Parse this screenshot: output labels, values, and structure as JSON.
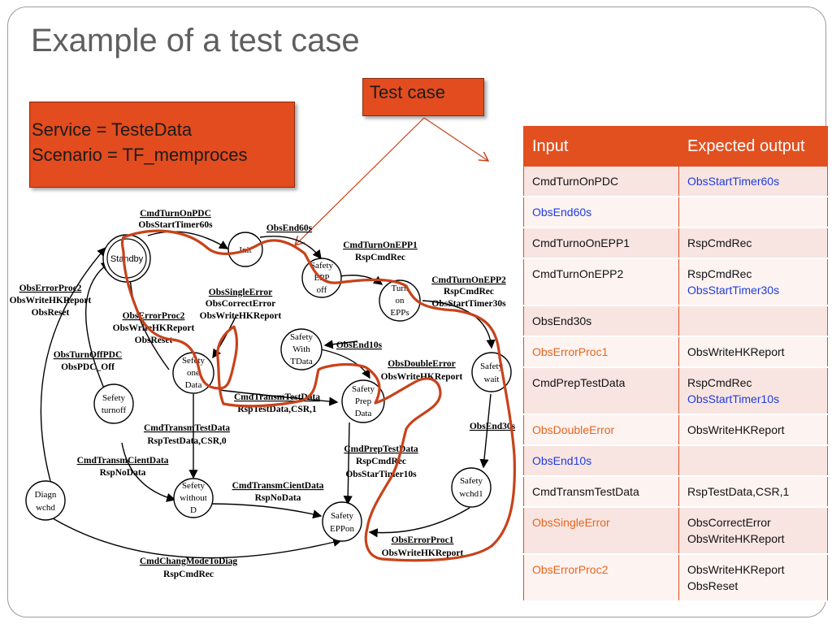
{
  "title": "Example  of a test case",
  "service_box": {
    "line1": "Service = TesteData",
    "line2": "Scenario = TF_memproces"
  },
  "testcase_label": "Test case",
  "colors": {
    "accent": "#e2501f",
    "blue": "#1f3cdc",
    "orange_text": "#e8641d",
    "path": "#c8421a"
  },
  "diagram": {
    "nodes": {
      "standby": "Standby",
      "init": "Init",
      "safety_epp_off": [
        "Safety",
        "EPP",
        "off"
      ],
      "turn_on_epps": [
        "Turn",
        "on",
        "EPPs"
      ],
      "safety_wait": [
        "Safety",
        "wait"
      ],
      "safety_with_tdata": [
        "Safety",
        "With",
        "TData"
      ],
      "safety_prep_data": [
        "Safety",
        "Prep",
        "Data"
      ],
      "sefety_one_data": [
        "Sefety",
        "one",
        "Data"
      ],
      "sefety_turnoff": [
        "Sefety",
        "turnoff"
      ],
      "sefety_without_d": [
        "Sefety",
        "without",
        "D"
      ],
      "safety_wchd1": [
        "Safety",
        "wchd1"
      ],
      "safety_eppon": [
        "Safety",
        "EPPon"
      ],
      "diagn_wchd": [
        "Diagn",
        "wchd"
      ]
    },
    "labels": {
      "t1": [
        "CmdTurnOnPDC",
        "ObsStartTimer60s"
      ],
      "t2": [
        "ObsEnd60s"
      ],
      "t3": [
        "CmdTurnOnEPP1",
        "RspCmdRec"
      ],
      "t4": [
        "CmdTurnOnEPP2",
        "RspCmdRec",
        "ObsStartTimer30s"
      ],
      "t5": [
        "ObsSingleError",
        "ObsCorrectError",
        "ObsWriteHKReport"
      ],
      "t6": [
        "ObsErrorProc2",
        "ObsWriteHKReport",
        "ObsReset"
      ],
      "t7": [
        "ObsErrorProc2",
        "ObsWriteHKReport",
        "ObsReset"
      ],
      "t8": [
        "ObsTurnOffPDC",
        "ObsPDC_Off"
      ],
      "t9": [
        "ObsEnd10s"
      ],
      "t10": [
        "ObsDoubleError",
        "ObsWriteHKReport"
      ],
      "t11": [
        "CmdTransmTestData",
        "RspTestData,CSR,1"
      ],
      "t12": [
        "CmdTransmTestData",
        "RspTestData,CSR,0"
      ],
      "t13": [
        "ObsEnd30s"
      ],
      "t14": [
        "CmdTransmCientData",
        "RspNoData"
      ],
      "t15": [
        "CmdTransmCientData",
        "RspNoData"
      ],
      "t16": [
        "CmdPrepTestData",
        "RspCmdRec",
        "ObsStarTimer10s"
      ],
      "t17": [
        "ObsErrorProc1",
        "ObsWriteHKReport"
      ],
      "t18": [
        "CmdChangModeToDiag",
        "RspCmdRec"
      ]
    }
  },
  "table": {
    "headers": [
      "Input",
      "Expected output"
    ],
    "rows": [
      {
        "input": "CmdTurnOnPDC",
        "input_color": "",
        "output": [
          "ObsStartTimer60s"
        ],
        "output_colors": [
          "blue"
        ]
      },
      {
        "input": "ObsEnd60s",
        "input_color": "blue",
        "output": [],
        "output_colors": []
      },
      {
        "input": "CmdTurnoOnEPP1",
        "input_color": "",
        "output": [
          "RspCmdRec"
        ],
        "output_colors": [
          ""
        ]
      },
      {
        "input": "CmdTurnOnEPP2",
        "input_color": "",
        "output": [
          "RspCmdRec",
          "ObsStartTimer30s"
        ],
        "output_colors": [
          "",
          "blue"
        ]
      },
      {
        "input": "ObsEnd30s",
        "input_color": "",
        "output": [],
        "output_colors": []
      },
      {
        "input": "ObsErrorProc1",
        "input_color": "orange",
        "output": [
          "ObsWriteHKReport"
        ],
        "output_colors": [
          ""
        ]
      },
      {
        "input": "CmdPrepTestData",
        "input_color": "",
        "output": [
          "RspCmdRec",
          "ObsStartTimer10s"
        ],
        "output_colors": [
          "",
          "blue"
        ]
      },
      {
        "input": "ObsDoubleError",
        "input_color": "orange",
        "output": [
          "ObsWriteHKReport"
        ],
        "output_colors": [
          ""
        ]
      },
      {
        "input": "ObsEnd10s",
        "input_color": "blue",
        "output": [],
        "output_colors": []
      },
      {
        "input": "CmdTransmTestData",
        "input_color": "",
        "output": [
          "RspTestData,CSR,1"
        ],
        "output_colors": [
          ""
        ]
      },
      {
        "input": "ObsSingleError",
        "input_color": "orange",
        "output": [
          "ObsCorrectError",
          "ObsWriteHKReport"
        ],
        "output_colors": [
          "",
          ""
        ]
      },
      {
        "input": "ObsErrorProc2",
        "input_color": "orange",
        "output": [
          "ObsWriteHKReport",
          "ObsReset"
        ],
        "output_colors": [
          "",
          ""
        ]
      }
    ]
  }
}
